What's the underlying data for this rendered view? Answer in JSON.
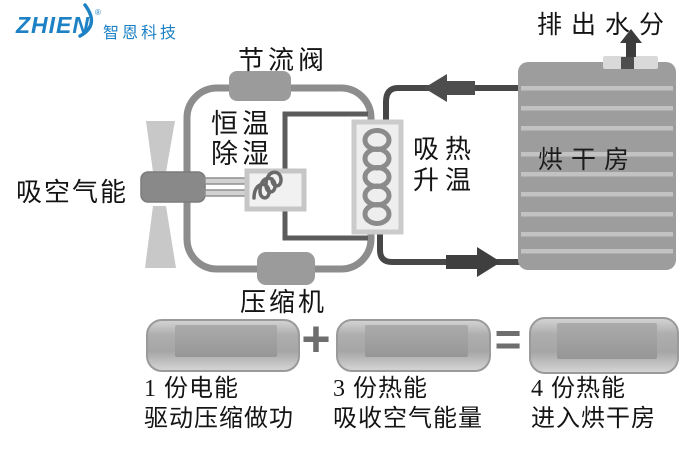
{
  "logo": {
    "brand": "ZHIEN",
    "registered": "®",
    "company": "智恩科技",
    "color": "#1d81c5"
  },
  "diagram": {
    "labels": {
      "throttle_valve": "节流阀",
      "dehumidify_line1": "恒温",
      "dehumidify_line2": "除湿",
      "absorb_air_energy": "吸空气能",
      "compressor": "压缩机",
      "heat_absorb_line1": "吸热",
      "heat_absorb_line2": "升温",
      "drying_room": "烘干房",
      "discharge_moisture": "排出水分"
    },
    "icons": {
      "fan": "fan-icon",
      "evaporator_coil": "coil-icon",
      "condenser_coil": "coil-icon",
      "air_flow_left": "left-arrow-icon",
      "air_flow_right": "right-arrow-icon",
      "moisture_out": "up-arrow-icon"
    }
  },
  "energy_equation": {
    "operator_plus": "+",
    "operator_equals": "=",
    "items": [
      {
        "line1": "1 份电能",
        "line2": "驱动压缩做功"
      },
      {
        "line1": "3 份热能",
        "line2": "吸收空气能量"
      },
      {
        "line1": "4 份热能",
        "line2": "进入烘干房"
      }
    ]
  },
  "colors": {
    "logo_blue": "#1d81c5",
    "pipe_gray": "#8d8d8d",
    "inner_pipe_dark": "#5c5c5c",
    "air_pipe_dark": "#474747",
    "component_gray": "#9b9b9b",
    "drying_room_gray": "#9d9d9d",
    "stripe_light": "#c2c2c2",
    "battery_gray": "#b0b0b0",
    "text_black": "#141414"
  }
}
